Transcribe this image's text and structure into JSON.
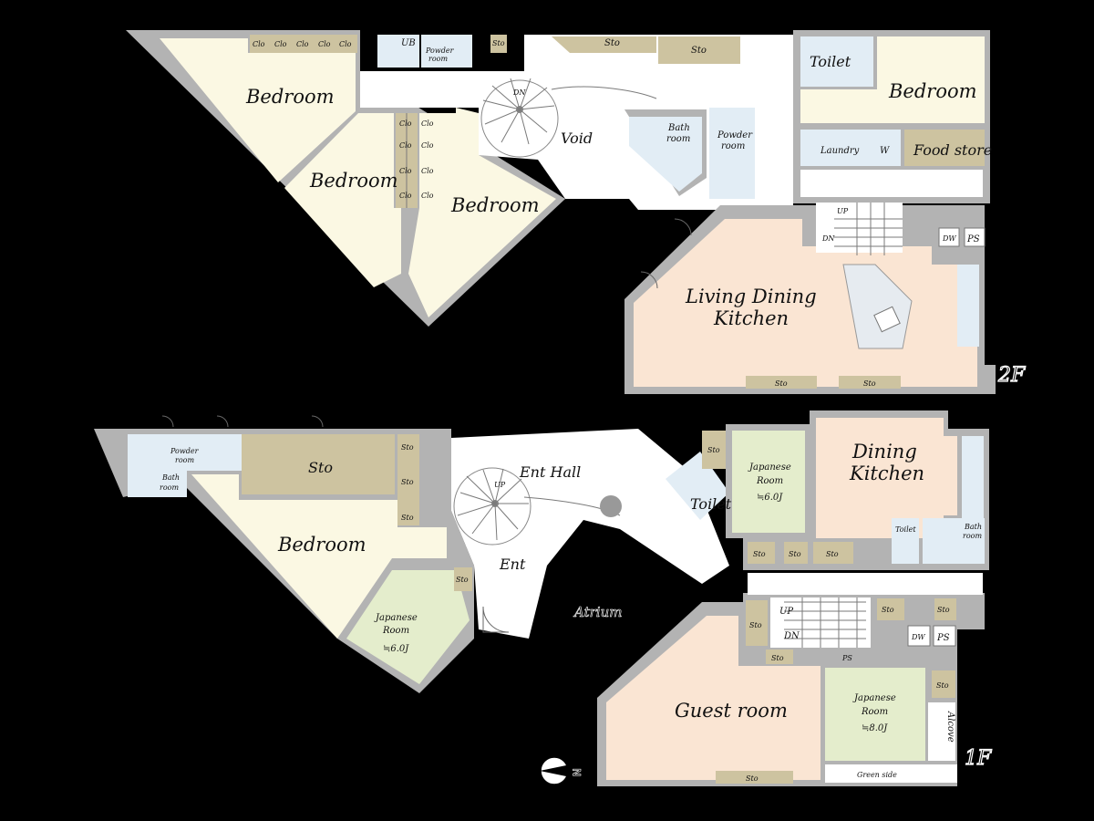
{
  "floors": {
    "second": {
      "label": "2F",
      "rooms": {
        "bedroom_1": "Bedroom",
        "bedroom_2": "Bedroom",
        "bedroom_3": "Bedroom",
        "bedroom_4": "Bedroom",
        "void": "Void",
        "bath": [
          "Bath",
          "room"
        ],
        "powder_1": [
          "Powder",
          "room"
        ],
        "powder_2": [
          "Powder",
          "room"
        ],
        "ub": "UB",
        "toilet": "Toilet",
        "laundry": "Laundry",
        "washer": "W",
        "food_store": "Food store",
        "ldk": [
          "Living Dining",
          "Kitchen"
        ],
        "dw": "DW",
        "ps": "PS",
        "stair_up": "UP",
        "stair_dn": "DN",
        "spiral_dn": "DN",
        "sto": "Sto",
        "clo": "Clo"
      }
    },
    "first": {
      "label": "1F",
      "rooms": {
        "powder": [
          "Powder",
          "room"
        ],
        "bath_1": [
          "Bath",
          "room"
        ],
        "bedroom": "Bedroom",
        "sto": "Sto",
        "japanese_1": [
          "Japanese",
          "Room",
          "≒6.0J"
        ],
        "ent_hall": "Ent Hall",
        "ent": "Ent",
        "spiral_up": "UP",
        "atrium": "Atrium",
        "toilet_1": "Toilet",
        "japanese_2": [
          "Japanese",
          "Room",
          "≒6.0J"
        ],
        "dining_kitchen": [
          "Dining",
          "Kitchen"
        ],
        "toilet_2": "Toilet",
        "bath_2": [
          "Bath",
          "room"
        ],
        "stair_up": "UP",
        "stair_dn": "DN",
        "dw": "DW",
        "ps": "PS",
        "guest_room": "Guest room",
        "japanese_3": [
          "Japanese",
          "Room",
          "≒8.0J"
        ],
        "alcove": "Alcove",
        "green_side": "Green side"
      }
    }
  },
  "compass": {
    "letter": "N"
  },
  "colors": {
    "bedroom": "#fbf8e3",
    "ldk": "#fae5d3",
    "wet": "#e2edf5",
    "storage": "#cdc3a0",
    "tatami": "#e4edcc",
    "wall": "#b3b3b3",
    "background": "#000000"
  }
}
